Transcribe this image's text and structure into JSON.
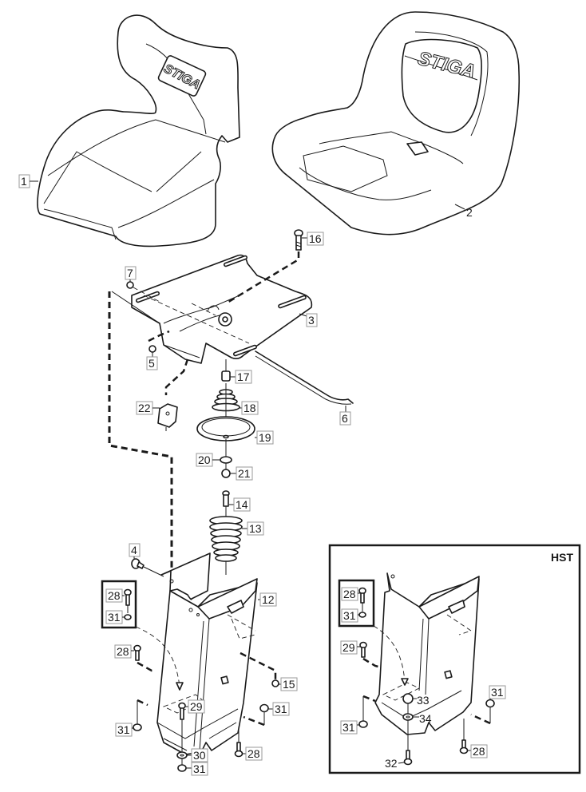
{
  "diagram": {
    "title": "Seat assembly exploded view",
    "brand_logo": "STIGA",
    "inset_label": "HST",
    "main_callouts": [
      {
        "id": "c1",
        "label": "1"
      },
      {
        "id": "c2",
        "label": "2"
      },
      {
        "id": "c16",
        "label": "16"
      },
      {
        "id": "c7",
        "label": "7"
      },
      {
        "id": "c3",
        "label": "3"
      },
      {
        "id": "c5",
        "label": "5"
      },
      {
        "id": "c17",
        "label": "17"
      },
      {
        "id": "c22",
        "label": "22"
      },
      {
        "id": "c18",
        "label": "18"
      },
      {
        "id": "c6",
        "label": "6"
      },
      {
        "id": "c19",
        "label": "19"
      },
      {
        "id": "c20",
        "label": "20"
      },
      {
        "id": "c21",
        "label": "21"
      },
      {
        "id": "c14",
        "label": "14"
      },
      {
        "id": "c13",
        "label": "13"
      },
      {
        "id": "c4",
        "label": "4"
      },
      {
        "id": "c12",
        "label": "12"
      },
      {
        "id": "c28a",
        "label": "28"
      },
      {
        "id": "c31a",
        "label": "31"
      },
      {
        "id": "c28b",
        "label": "28"
      },
      {
        "id": "c15",
        "label": "15"
      },
      {
        "id": "c29",
        "label": "29"
      },
      {
        "id": "c31b",
        "label": "31"
      },
      {
        "id": "c31c",
        "label": "31"
      },
      {
        "id": "c28c",
        "label": "28"
      },
      {
        "id": "c30",
        "label": "30"
      },
      {
        "id": "c31d",
        "label": "31"
      }
    ],
    "hst_callouts": [
      {
        "id": "h28a",
        "label": "28"
      },
      {
        "id": "h31a",
        "label": "31"
      },
      {
        "id": "h29",
        "label": "29"
      },
      {
        "id": "h31b",
        "label": "31"
      },
      {
        "id": "h33",
        "label": "33"
      },
      {
        "id": "h34",
        "label": "34"
      },
      {
        "id": "h31c",
        "label": "31"
      },
      {
        "id": "h28b",
        "label": "28"
      },
      {
        "id": "h32",
        "label": "32"
      }
    ]
  }
}
